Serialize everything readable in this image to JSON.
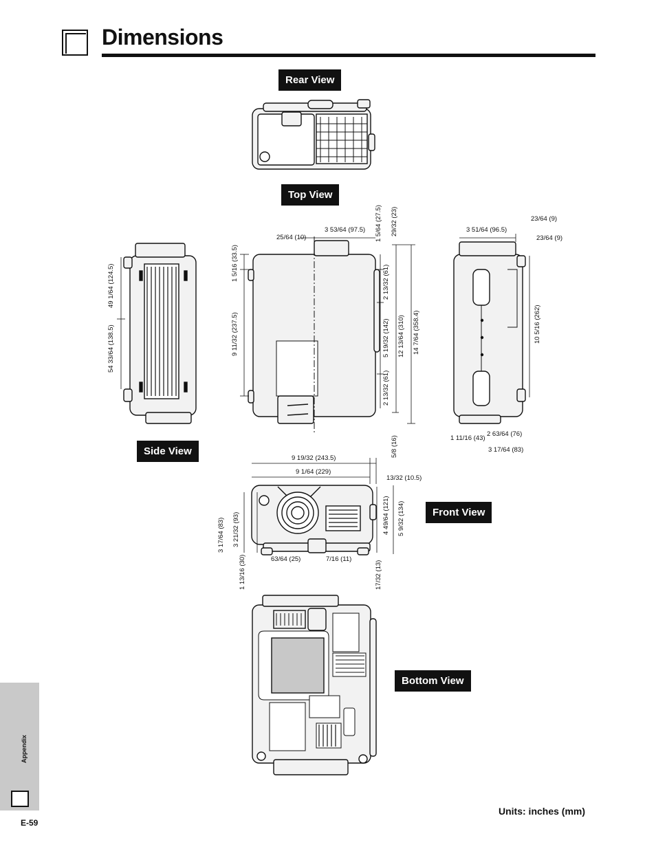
{
  "header": {
    "title": "Dimensions"
  },
  "views": {
    "rear": "Rear View",
    "top": "Top View",
    "side": "Side View",
    "front": "Front View",
    "bottom": "Bottom View"
  },
  "dimensions": {
    "top_25_64": "25/64 (10)",
    "top_3_53_64": "3 53/64 (97.5)",
    "top_1_5_64": "1 5/64 (27.5)",
    "top_29_32": "29/32 (23)",
    "top_1_5_16": "1 5/16 (33.5)",
    "top_9_11_32": "9 11/32 (237.5)",
    "top_2_13_32_a": "2 13/32 (61)",
    "top_5_19_32": "5 19/32 (142)",
    "top_2_13_32_b": "2 13/32 (61)",
    "top_12_13_64": "12 13/64 (310)",
    "top_14_7_64": "14 7/64 (358.4)",
    "top_5_8": "5/8 (16)",
    "side_49_1_64": "49 1/64 (124.5)",
    "side_54_33_64": "54 33/64 (138.5)",
    "r_3_51_64": "3 51/64 (96.5)",
    "r_23_64_a": "23/64 (9)",
    "r_23_64_b": "23/64 (9)",
    "r_10_5_16": "10 5/16 (262)",
    "r_1_11_16": "1 11/16 (43)",
    "r_2_63_64": "2 63/64 (76)",
    "r_3_17_64": "3 17/64 (83)",
    "f_9_19_32": "9 19/32 (243.5)",
    "f_9_1_64": "9 1/64 (229)",
    "f_13_32": "13/32 (10.5)",
    "f_3_17_64": "3 17/64 (83)",
    "f_3_21_32": "3 21/32 (93)",
    "f_4_49_64": "4 49/64 (121)",
    "f_5_9_32": "5 9/32 (134)",
    "f_1_13_16": "1 13/16 (30)",
    "f_63_64": "63/64 (25)",
    "f_7_16": "7/16 (11)",
    "f_17_32": "17/32 (13)"
  },
  "sidebar": {
    "section": "Appendix"
  },
  "footer": {
    "page_number": "E-59",
    "units": "Units: inches (mm)"
  },
  "colors": {
    "ink": "#111111",
    "sidebar": "#c9c9c9",
    "body": "#f2f2f2"
  }
}
